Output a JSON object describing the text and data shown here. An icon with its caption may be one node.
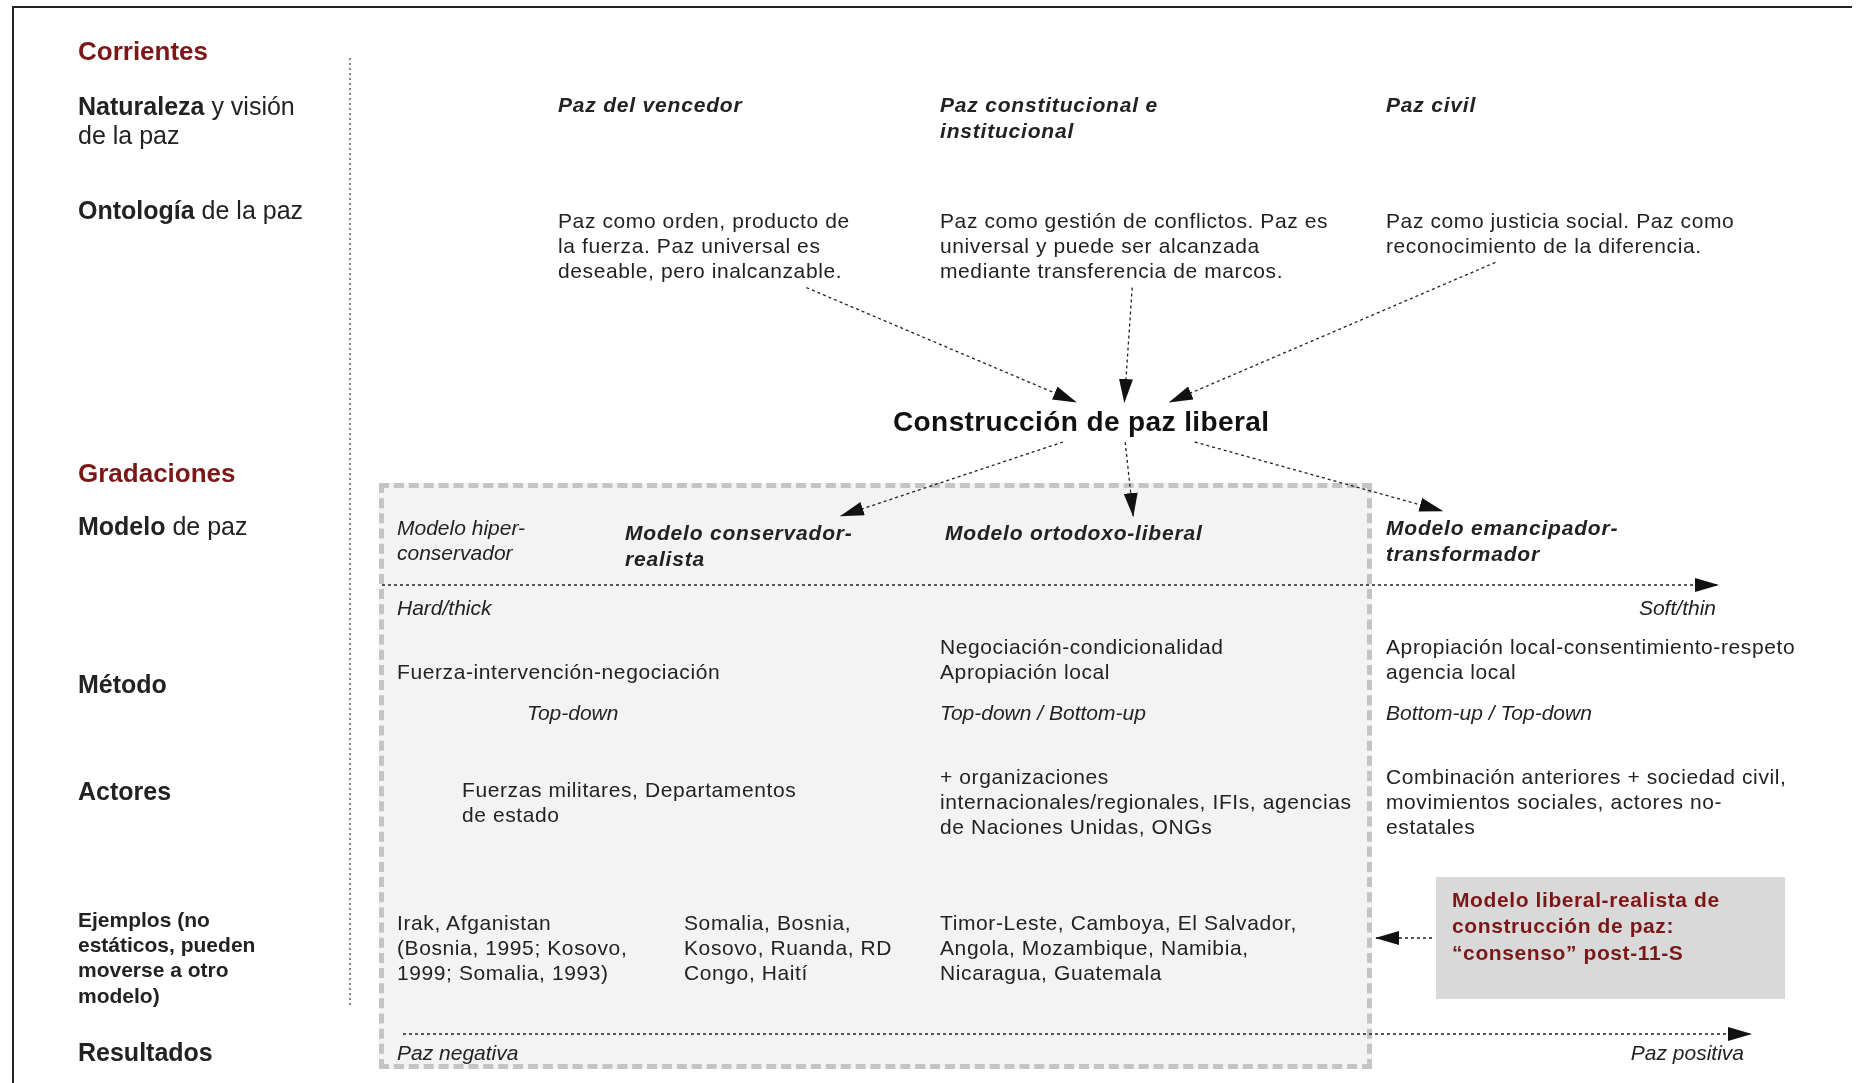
{
  "diagram": {
    "nodes": [
      {
        "text": [
          "Paz como orden, producto de la fuerza. Paz universal es deseable, pero inalcanzable."
        ]
      },
      {
        "text": [
          "Paz como gestión de conflictos. Paz es universal y puede ser alcanzada mediante transferencia de marcos."
        ]
      },
      {
        "text": [
          "Paz como justicia social. Paz como reconocimiento de la diferencia."
        ]
      },
      {
        "text": [
          "Construcción de paz liberal"
        ]
      },
      {
        "text": [],
        "shape": "box"
      },
      {
        "text": [
          "Modelo conservador-realista"
        ],
        "in": 4
      },
      {
        "text": [
          "Modelo ortodoxo-liberal"
        ],
        "in": 4
      },
      {
        "text": [
          "Modelo emancipador-transformador"
        ]
      },
      {
        "text": [
          "Modelo liberal-realista de construcción de paz: “consenso” post-11-S"
        ]
      }
    ],
    "edges": [
      {
        "from": 0,
        "to": 3,
        "arrow": "to",
        "style": "dashed"
      },
      {
        "from": 1,
        "to": 3,
        "arrow": "to",
        "style": "dashed"
      },
      {
        "from": 2,
        "to": 3,
        "arrow": "to",
        "style": "dashed"
      },
      {
        "from": 3,
        "to": 5,
        "arrow": "to",
        "style": "dashed"
      },
      {
        "from": 3,
        "to": 6,
        "arrow": "to",
        "style": "dashed"
      },
      {
        "from": 3,
        "to": 7,
        "arrow": "to",
        "style": "dashed"
      },
      {
        "from": 8,
        "to": 4,
        "arrow": "to",
        "style": "dashed"
      }
    ],
    "labels": [
      "Corrientes",
      "**Naturaleza** y visión de la paz",
      "Paz del vencedor",
      "Paz constitucional e institucional",
      "Paz civil",
      "**Ontología** de la paz",
      "Gradaciones",
      "**Modelo** de paz",
      "Modelo hiper-conservador",
      "Hard/thick",
      "Soft/thin",
      "Método",
      "Fuerza-intervención-negociación",
      "Negociación-condicionalidad Apropiación local",
      "Apropiación local-consentimiento-respeto agencia local",
      "Top-down",
      "Top-down / Bottom-up",
      "Bottom-up / Top-down",
      "Actores",
      "Fuerzas militares, Departamentos de estado",
      "+ organizaciones internacionales/regionales, IFIs, agencias de Naciones Unidas, ONGs",
      "Combinación anteriores + sociedad civil, movimientos sociales, actores no-estatales",
      "Ejemplos (no estáticos, pueden moverse a otro modelo)",
      "Irak, Afganistan (Bosnia, 1995; Kosovo, 1999; Somalia, 1993)",
      "Somalia, Bosnia, Kosovo, Ruanda, RD Congo, Haití",
      "Timor-Leste, Camboya, El Salvador, Angola, Mozambique, Namibia, Nicaragua, Guatemala",
      "Resultados",
      "Paz negativa",
      "Paz positiva"
    ]
  }
}
